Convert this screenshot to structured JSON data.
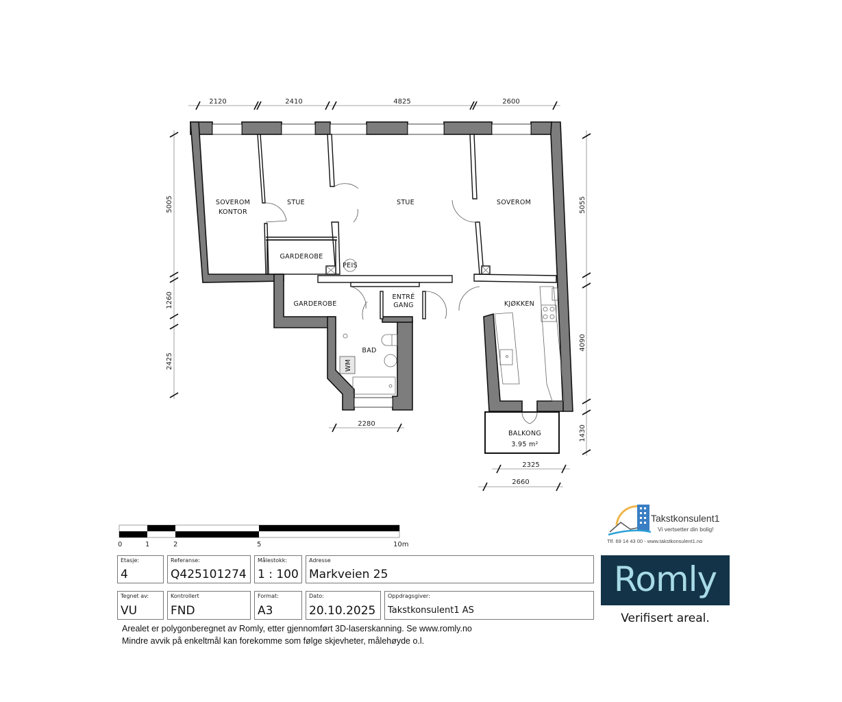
{
  "floorplan": {
    "rooms": [
      {
        "id": "soverom-kontor",
        "lines": [
          "SOVEROM",
          "KONTOR"
        ]
      },
      {
        "id": "stue-small",
        "lines": [
          "STUE"
        ]
      },
      {
        "id": "stue-main",
        "lines": [
          "STUE"
        ]
      },
      {
        "id": "soverom",
        "lines": [
          "SOVEROM"
        ]
      },
      {
        "id": "garderobe-upper",
        "lines": [
          "GARDEROBE"
        ]
      },
      {
        "id": "garderobe-lower",
        "lines": [
          "GARDEROBE"
        ]
      },
      {
        "id": "peis",
        "lines": [
          "PEIS"
        ]
      },
      {
        "id": "entre-gang",
        "lines": [
          "ENTRÉ",
          "GANG"
        ]
      },
      {
        "id": "kjokken",
        "lines": [
          "KJØKKEN"
        ]
      },
      {
        "id": "bad",
        "lines": [
          "BAD"
        ]
      },
      {
        "id": "wm",
        "lines": [
          "WM"
        ]
      },
      {
        "id": "balkong",
        "lines": [
          "BALKONG",
          "3.95 m²"
        ]
      }
    ],
    "dimensions": {
      "top": [
        "2120",
        "2410",
        "4825",
        "2600"
      ],
      "left": [
        "5005",
        "1260",
        "2425"
      ],
      "right": [
        "5055",
        "4090",
        "1430"
      ],
      "bottom_bad": "2280",
      "bottom_balkong_inner": "2325",
      "bottom_balkong_outer": "2660"
    },
    "wall_color": "#7d7d7d"
  },
  "scale_bar": {
    "labels": [
      "0",
      "1",
      "2",
      "5",
      "10m"
    ]
  },
  "title_block": {
    "row1": [
      {
        "label": "Etasje:",
        "value": "4"
      },
      {
        "label": "Referanse:",
        "value": "Q425101274"
      },
      {
        "label": "Målestokk:",
        "value": "1 : 100"
      },
      {
        "label": "Adresse",
        "value": "Markveien 25"
      }
    ],
    "row2": [
      {
        "label": "Tegnet av:",
        "value": "VU"
      },
      {
        "label": "Kontrollert",
        "value": "FND"
      },
      {
        "label": "Format:",
        "value": "A3"
      },
      {
        "label": "Dato:",
        "value": "20.10.2025"
      },
      {
        "label": "Oppdragsgiver:",
        "value": "Takstkonsulent1 AS"
      }
    ]
  },
  "notes": [
    "Arealet er polygonberegnet av Romly, etter gjennomført 3D-laserskanning. Se www.romly.no",
    "Mindre avvik på enkeltmål kan forekomme som følge skjevheter, målehøyde o.l."
  ],
  "logos": {
    "takstkonsulent": {
      "name": "Takstkonsulent1",
      "tagline": "Vi vertsetter din bolig!",
      "contact": "Tlf. 69 14 43 00 - www.takstkonsulent1.no"
    },
    "romly": {
      "name": "Romly",
      "tagline": "Verifisert areal.",
      "bg_color": "#133448",
      "text_color": "#a8dbe6"
    }
  }
}
